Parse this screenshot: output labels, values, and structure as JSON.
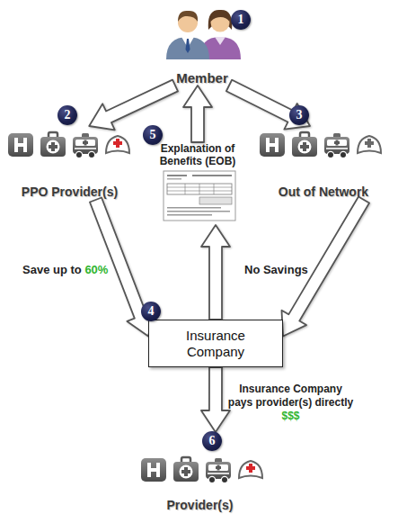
{
  "diagram": {
    "nodes": [
      {
        "text": [
          "Member"
        ]
      },
      {
        "text": [
          "PPO Provider(s)"
        ]
      },
      {
        "text": [
          "Explanation of Benefits (EOB)"
        ]
      },
      {
        "text": [
          "Out of Network"
        ]
      },
      {
        "text": [
          "Insurance Company"
        ]
      },
      {
        "text": [
          "Provider(s)"
        ]
      }
    ],
    "edges": [
      {
        "from": 0,
        "to": 1,
        "arrow": "to"
      },
      {
        "from": 0,
        "to": 3,
        "arrow": "to"
      },
      {
        "from": 2,
        "to": 0,
        "arrow": "to"
      },
      {
        "from": 1,
        "to": 4,
        "arrow": "to",
        "label": "Save up to 60%"
      },
      {
        "from": 3,
        "to": 4,
        "arrow": "to",
        "label": "No Savings"
      },
      {
        "from": 4,
        "to": 2,
        "arrow": "to"
      },
      {
        "from": 4,
        "to": 5,
        "arrow": "to",
        "label": "Insurance Company pays provider(s) directly $$$"
      }
    ],
    "labels": [
      "1",
      "2",
      "3",
      "5",
      "4",
      "6"
    ]
  }
}
